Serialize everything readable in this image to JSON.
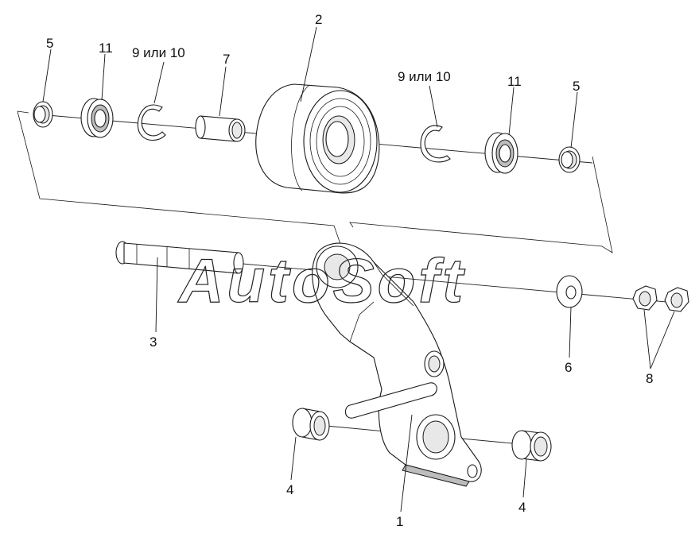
{
  "diagram": {
    "watermark": "AutoSoft",
    "callouts": [
      {
        "id": "c-5-left",
        "label": "5"
      },
      {
        "id": "c-11-left",
        "label": "11"
      },
      {
        "id": "c-9-10-left",
        "label": "9 или 10"
      },
      {
        "id": "c-7",
        "label": "7"
      },
      {
        "id": "c-2",
        "label": "2"
      },
      {
        "id": "c-9-10-right",
        "label": "9 или 10"
      },
      {
        "id": "c-11-right",
        "label": "11"
      },
      {
        "id": "c-5-right",
        "label": "5"
      },
      {
        "id": "c-3",
        "label": "3"
      },
      {
        "id": "c-6",
        "label": "6"
      },
      {
        "id": "c-8",
        "label": "8"
      },
      {
        "id": "c-4-left",
        "label": "4"
      },
      {
        "id": "c-4-right",
        "label": "4"
      },
      {
        "id": "c-1",
        "label": "1"
      }
    ]
  }
}
